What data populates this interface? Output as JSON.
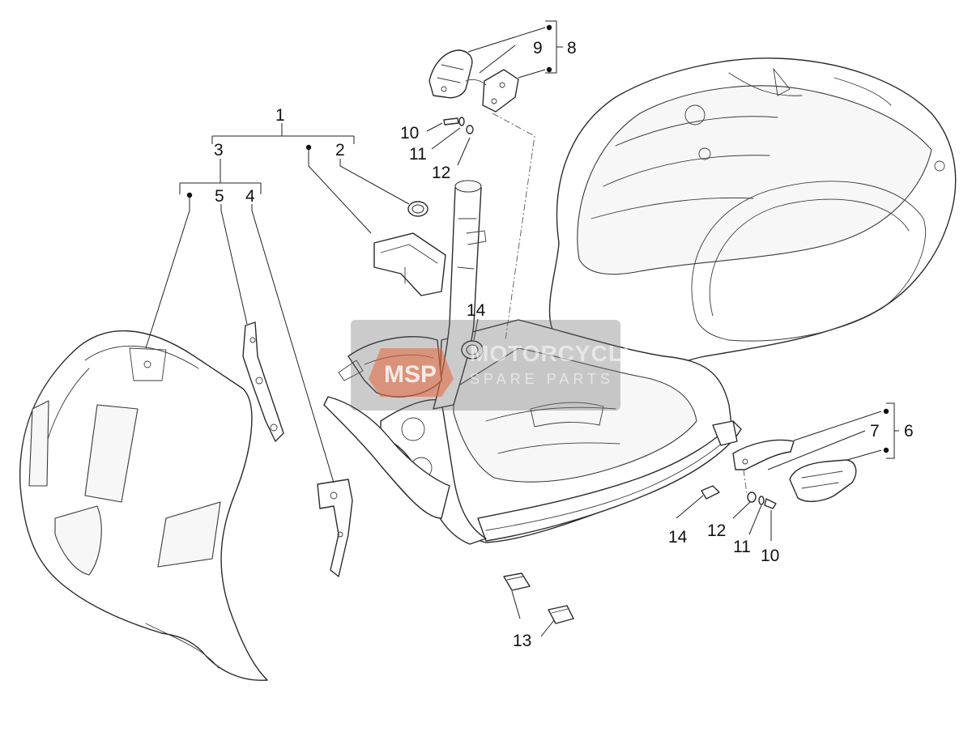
{
  "callouts": {
    "c1": "1",
    "c2": "2",
    "c3": "3",
    "c4": "4",
    "c5": "5",
    "c6": "6",
    "c7": "7",
    "c8": "8",
    "c9": "9",
    "c10a": "10",
    "c10b": "10",
    "c11a": "11",
    "c11b": "11",
    "c12a": "12",
    "c12b": "12",
    "c13": "13",
    "c14a": "14",
    "c14b": "14"
  },
  "watermark": {
    "logo_text": "MSP",
    "title": "MOTORCYCLE",
    "subtitle": "SPARE PARTS"
  }
}
